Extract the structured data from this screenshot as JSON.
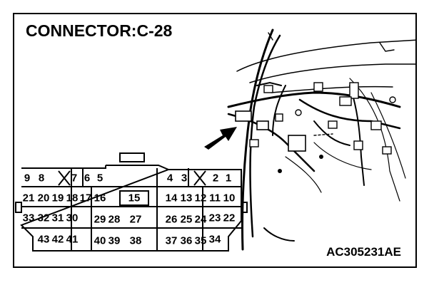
{
  "title": "CONNECTOR:C-28",
  "figure_code": "AC305231AE",
  "connector": {
    "row1": [
      "9",
      "8",
      "7",
      "6",
      "5",
      "4",
      "3",
      "2",
      "1"
    ],
    "row2": [
      "21",
      "20",
      "19",
      "18",
      "17",
      "16",
      "15",
      "14",
      "13",
      "12",
      "11",
      "10"
    ],
    "row3": [
      "33",
      "32",
      "31",
      "30",
      "29",
      "28",
      "27",
      "26",
      "25",
      "24",
      "23",
      "22"
    ],
    "row4": [
      "43",
      "42",
      "41",
      "40",
      "39",
      "38",
      "37",
      "36",
      "35",
      "34"
    ]
  }
}
